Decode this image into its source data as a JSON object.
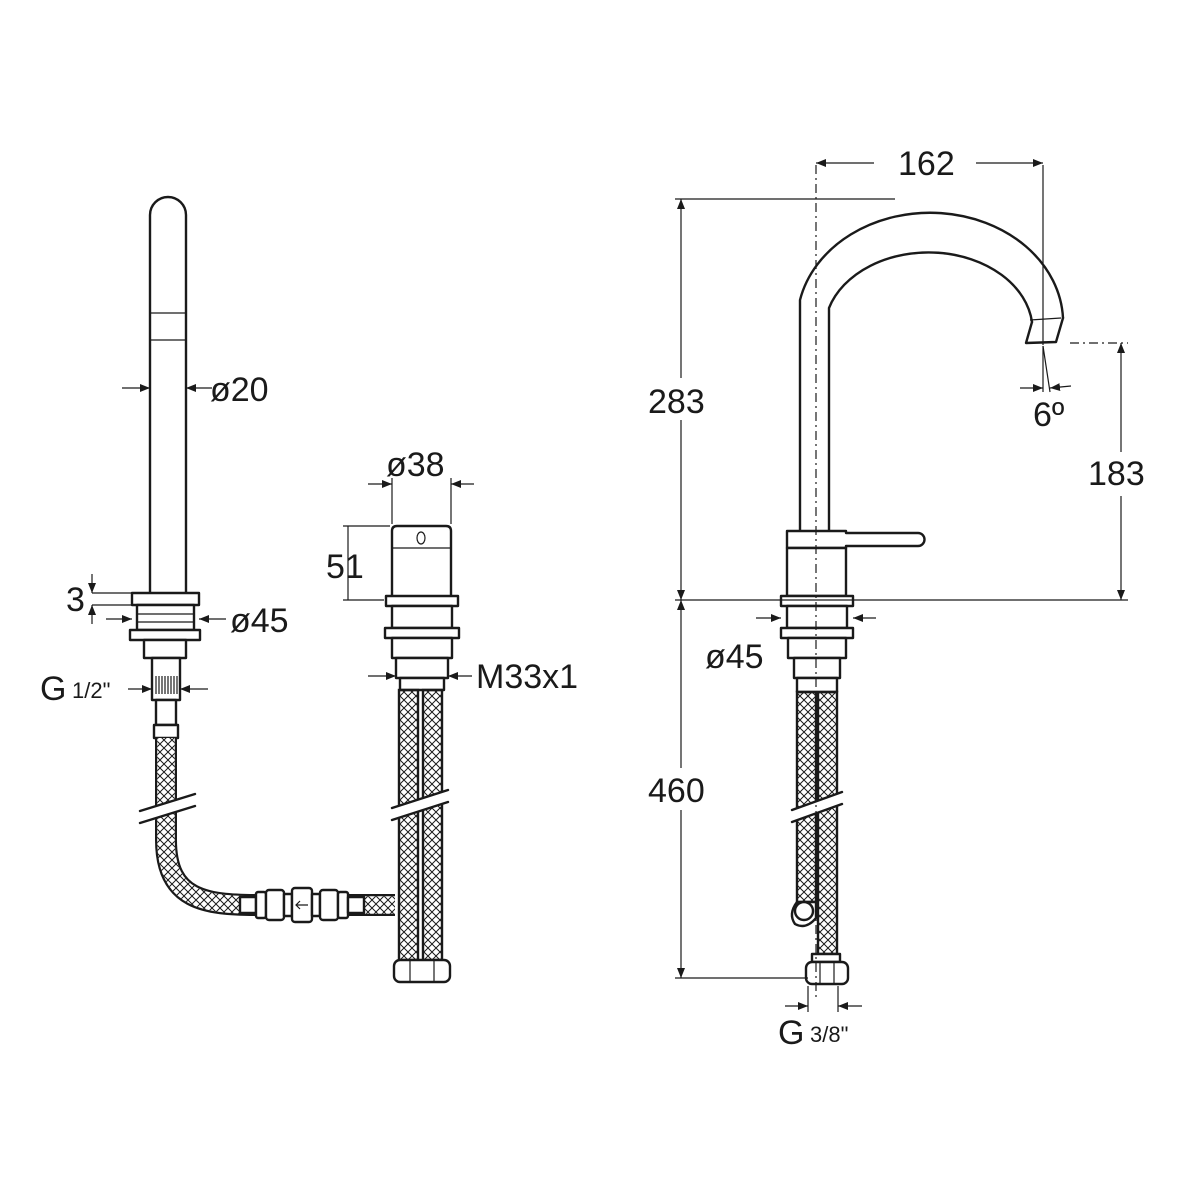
{
  "dimensions": {
    "spout_diameter": "ø20",
    "escutcheon_thickness": "3",
    "spout_base_diameter": "ø45",
    "spout_thread_g": "G",
    "spout_thread_fraction": "1/2\"",
    "handle_diameter": "ø38",
    "handle_height": "51",
    "handle_thread": "M33x1",
    "spout_reach": "162",
    "spout_height": "283",
    "spout_angle": "6º",
    "spout_outlet_height": "183",
    "base_diameter_side": "ø45",
    "hose_length": "460",
    "hose_thread_g": "G",
    "hose_thread_fraction": "3/8\""
  },
  "colors": {
    "line": "#1a1a1a",
    "background": "#ffffff"
  }
}
